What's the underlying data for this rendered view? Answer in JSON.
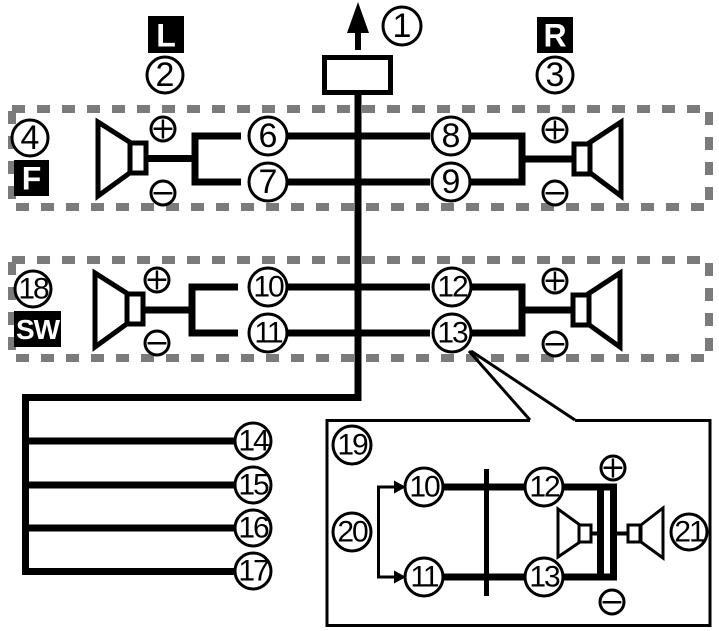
{
  "colors": {
    "wire": "#000000",
    "zone_border": "#7b7b7b",
    "background": "#ffffff",
    "badge_bg": "#000000",
    "badge_fg": "#ffffff"
  },
  "head_unit": {
    "callout": "1"
  },
  "channels": {
    "left": {
      "label": "L",
      "callout": "2"
    },
    "right": {
      "label": "R",
      "callout": "3"
    }
  },
  "front_row": {
    "callout": "4",
    "label": "F",
    "left": {
      "plus": "+",
      "minus": "−",
      "pos_wire": "6",
      "neg_wire": "7"
    },
    "right": {
      "pos_wire": "8",
      "neg_wire": "9",
      "plus": "+",
      "minus": "−"
    }
  },
  "sub_row": {
    "callout": "18",
    "label": "SW",
    "left": {
      "plus": "+",
      "minus": "−",
      "pos_wire": "10",
      "neg_wire": "11"
    },
    "right": {
      "pos_wire": "12",
      "neg_wire": "13",
      "plus": "+",
      "minus": "−"
    }
  },
  "harness": {
    "wires": [
      "14",
      "15",
      "16",
      "17"
    ]
  },
  "inset": {
    "callout": "19",
    "group_callout": "20",
    "left_pos": "10",
    "left_neg": "11",
    "right_pos": "12",
    "right_neg": "13",
    "plus": "+",
    "minus": "−",
    "speaker_callout": "21"
  }
}
